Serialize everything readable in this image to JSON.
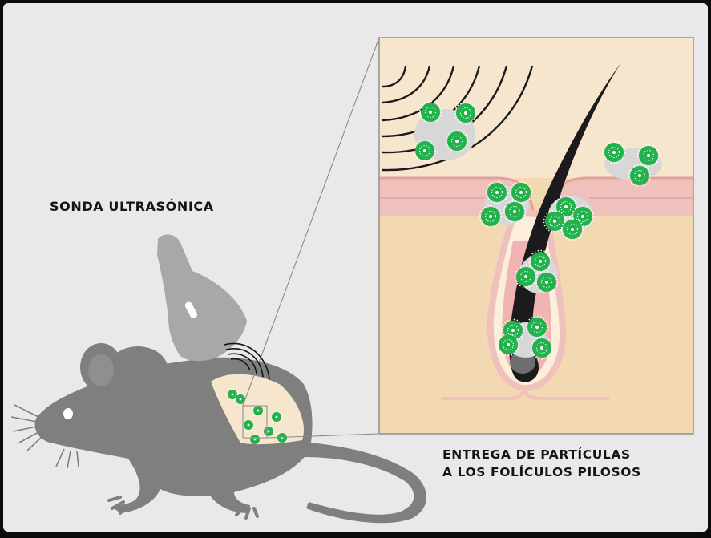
{
  "labels": {
    "probe": "SONDA ULTRASÓNICA",
    "delivery_line1": "ENTREGA DE PARTÍCULAS",
    "delivery_line2": "A LOS FOLÍCULOS PILOSOS"
  },
  "colors": {
    "frame": "#0c0c0c",
    "background": "#e9e9e9",
    "mouse": "#7f7f7f",
    "probe": "#a8a8a8",
    "skin_top": "#f6e6cd",
    "dermis": "#f2d9b2",
    "epidermis": "#f0c0bd",
    "particle": "#22b24c",
    "particle_shell": "#d7d7d7",
    "hair": "#1b1b1b"
  },
  "icons": {
    "probe": "ultrasound-probe-icon",
    "mouse": "mouse-icon",
    "particle": "nanoparticle-icon"
  }
}
